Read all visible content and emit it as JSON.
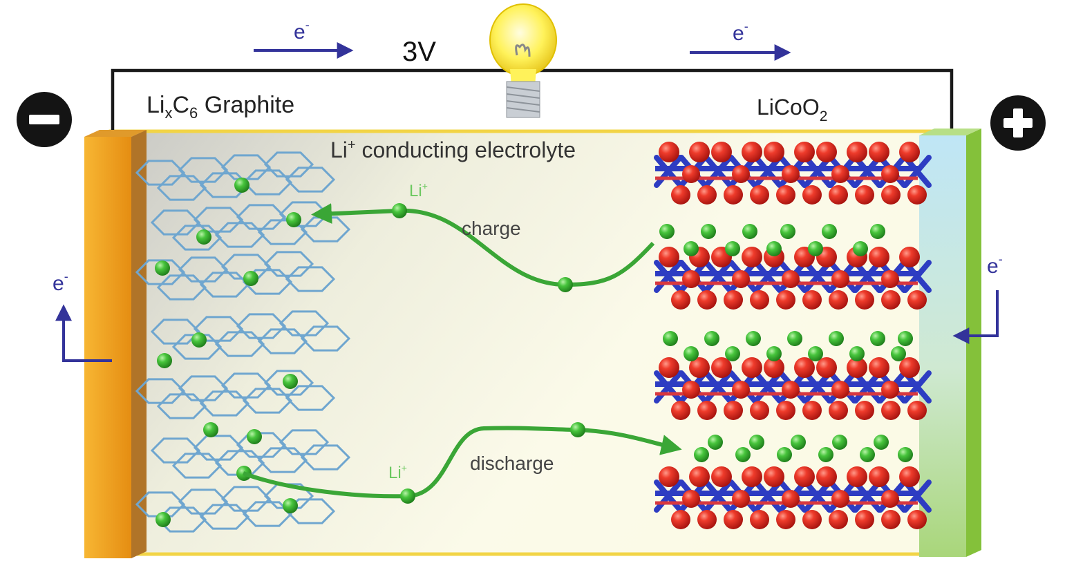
{
  "circuit": {
    "voltage": "3V",
    "electron_symbol": "e",
    "electron_charge": "-",
    "negative_terminal": "−",
    "positive_terminal": "+"
  },
  "anode": {
    "label_prefix": "Li",
    "label_sub_x": "x",
    "label_c": "C",
    "label_sub_6": "6",
    "label_suffix": " Graphite"
  },
  "cathode": {
    "label_main": "LiCoO",
    "label_sub": "2"
  },
  "electrolyte": {
    "label_li": "Li",
    "label_sup": "+",
    "label_text": " conducting electrolyte"
  },
  "processes": {
    "charge_label": "charge",
    "discharge_label": "discharge",
    "ion_label": "Li",
    "ion_sup": "+"
  },
  "colors": {
    "electron_arrow": "#33339a",
    "ion_path": "#3aa636",
    "ion": "#3fbf3a",
    "graphite": "#6fa6cf",
    "oxygen": "#e02828",
    "cobalt_bond": "#2d3cc2",
    "anode_collector": "#f0a020",
    "cathode_collector": "#bfe2f2",
    "wire": "#1a1a1a"
  }
}
